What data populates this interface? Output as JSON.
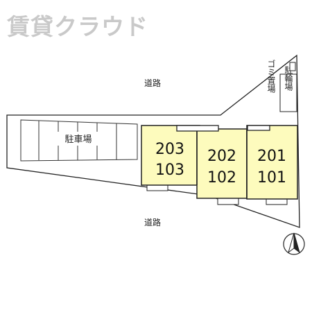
{
  "watermark": "賃貸クラウド",
  "labels": {
    "road_top": "道路",
    "road_bottom": "道路",
    "parking": "駐車場",
    "garbage": "ゴミ置場",
    "bicycle": "駐輪場"
  },
  "units": [
    {
      "top": "203",
      "bottom": "103"
    },
    {
      "top": "202",
      "bottom": "102"
    },
    {
      "top": "201",
      "bottom": "101"
    }
  ],
  "colors": {
    "building_fill": "#fdfbbd",
    "line": "#222222",
    "watermark": "#c9c9c9"
  },
  "compass": "north-arrow-icon"
}
